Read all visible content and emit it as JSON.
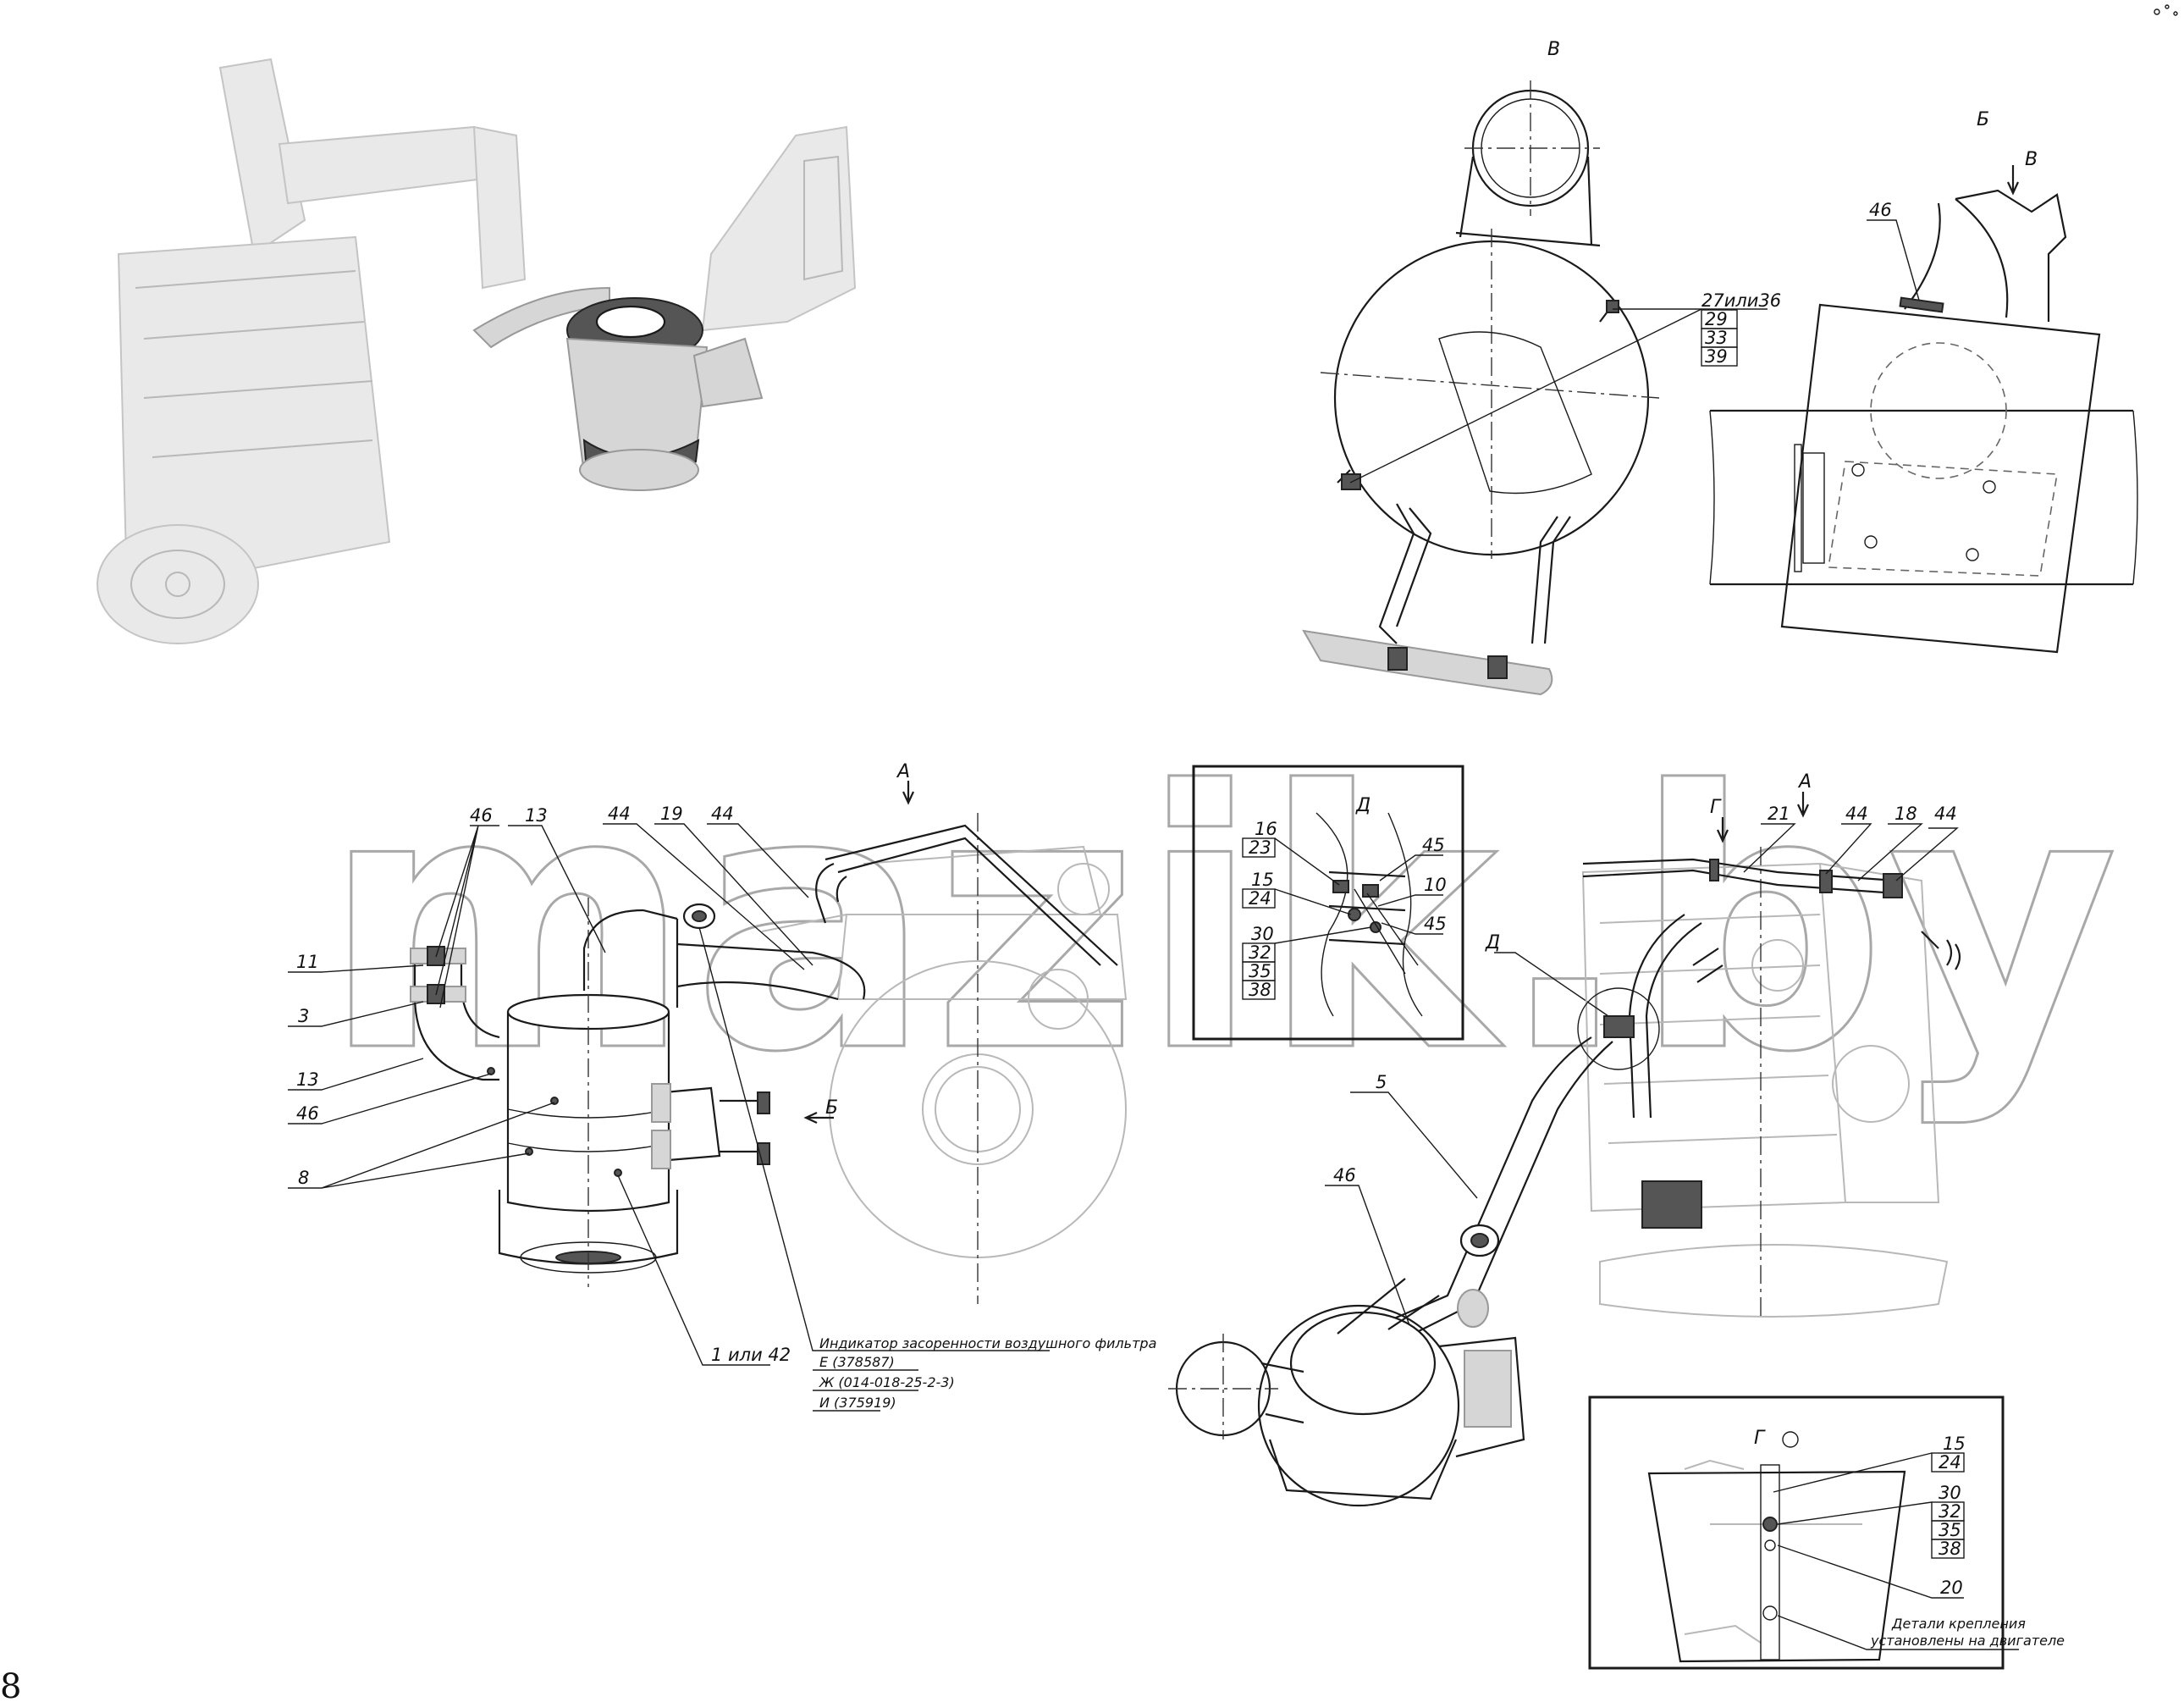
{
  "watermark": "mazik.by",
  "page_number": "8",
  "views": {
    "v_top": "В",
    "b_top": "Б",
    "v_arrow": "В",
    "a_left": "А",
    "b_left": "Б",
    "a_right": "А",
    "g_right": "Г",
    "d_right": "Д",
    "d_inset": "Д",
    "g_inset": "Г"
  },
  "callouts": {
    "v_stack": [
      "27или36",
      "29",
      "33",
      "39"
    ],
    "b_46": "46",
    "left_46": "46",
    "left_13_top": "13",
    "left_44": "44",
    "left_19": "19",
    "left_44b": "44",
    "left_11": "11",
    "left_3": "3",
    "left_13": "13",
    "left_46b": "46",
    "left_8": "8",
    "left_1": "1 или 42",
    "d_16": "16",
    "d_23": "23",
    "d_15": "15",
    "d_24": "24",
    "d_30": "30",
    "d_32": "32",
    "d_35": "35",
    "d_38": "38",
    "d_45a": "45",
    "d_10": "10",
    "d_45b": "45",
    "r_21": "21",
    "r_44": "44",
    "r_18": "18",
    "r_44b": "44",
    "r_5": "5",
    "r_46": "46",
    "g_15": "15",
    "g_24": "24",
    "g_30": "30",
    "g_32": "32",
    "g_35": "35",
    "g_38": "38",
    "g_20": "20"
  },
  "indicator": {
    "title": "Индикатор засоренности воздушного фильтра",
    "options": [
      "Е (378587)",
      "Ж (014-018-25-2-3)",
      "И (375919)"
    ]
  },
  "g_note": [
    "Детали крепления",
    "установлены на двигателе"
  ]
}
